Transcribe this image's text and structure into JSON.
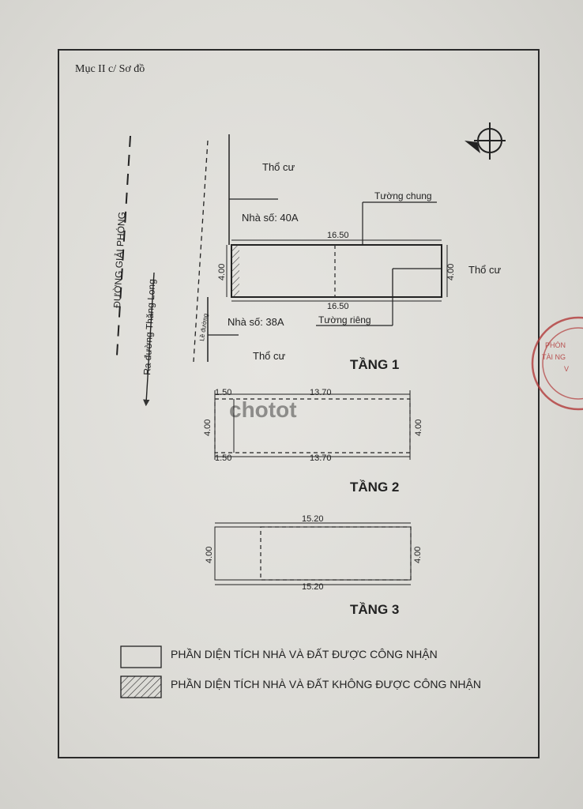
{
  "header": {
    "section": "Mục II c/ Sơ đồ"
  },
  "site": {
    "road_main": "ĐƯỜNG GIẢI PHÓNG",
    "road_exit": "Ra đường Thăng Long",
    "alley": "Lề đường",
    "neighbor_top": "Thổ cư",
    "neighbor_bottom": "Thổ cư",
    "neighbor_right": "Thổ cư",
    "house_40a": "Nhà số: 40A",
    "house_38a": "Nhà số: 38A",
    "shared_wall": "Tường chung",
    "private_wall": "Tường riêng"
  },
  "floors": [
    {
      "title": "TẦNG 1",
      "dims": {
        "top": "16.50",
        "bottom": "16.50",
        "left": "4.00",
        "right": "4.00"
      }
    },
    {
      "title": "TẦNG 2",
      "dims": {
        "top_offset": "1.50",
        "top": "13.70",
        "bottom_offset": "1.50",
        "bottom": "13.70",
        "left": "4.00",
        "right": "4.00"
      }
    },
    {
      "title": "TẦNG 3",
      "dims": {
        "top": "15.20",
        "bottom": "15.20",
        "left": "4.00",
        "right": "4.00"
      }
    }
  ],
  "legend": {
    "recognized": "PHẦN DIỆN TÍCH  NHÀ VÀ ĐẤT ĐƯỢC CÔNG NHẬN",
    "not_recognized": "PHẦN DIỆN TÍCH  NHÀ VÀ ĐẤT KHÔNG ĐƯỢC CÔNG NHẬN"
  },
  "stamp": {
    "text": "PHÒNG TÀI NGUYÊN VÀ"
  },
  "watermark": "chotot"
}
